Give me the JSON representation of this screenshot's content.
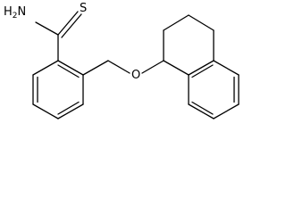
{
  "molecule": {
    "atoms": {
      "s": "S",
      "nh2": {
        "main": "H",
        "sub": "2",
        "tail": "N"
      },
      "o": "O"
    }
  },
  "colors": {
    "bond": "#000000",
    "background": "#ffffff"
  }
}
